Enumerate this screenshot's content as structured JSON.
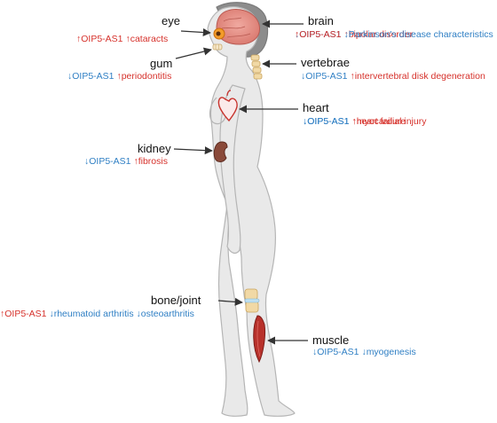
{
  "colors": {
    "up": "#d6312b",
    "down": "#2f7fc4",
    "skin": "#e9e9e9",
    "outline": "#b5b5b5",
    "arrow": "#333333"
  },
  "annotations": {
    "eye": {
      "label": "eye",
      "lines": [
        [
          {
            "text": "↑OIP5-AS1 ↑cataracts",
            "dir": "up"
          }
        ]
      ]
    },
    "brain": {
      "label": "brain",
      "lines": [
        [
          {
            "text": "↓OIP5-AS1 ",
            "dir": "down"
          },
          {
            "text": "↑bipolar disorder",
            "dir": "up"
          }
        ],
        [
          {
            "text": "↑OIP5-AS1 ",
            "dir": "up"
          },
          {
            "text": "↓Parkinson's disease characteristics",
            "dir": "down"
          }
        ]
      ]
    },
    "gum": {
      "label": "gum",
      "lines": [
        [
          {
            "text": "↓OIP5-AS1 ",
            "dir": "down"
          },
          {
            "text": "↑periodontitis",
            "dir": "up"
          }
        ]
      ]
    },
    "vertebrae": {
      "label": "vertebrae",
      "lines": [
        [
          {
            "text": "↓OIP5-AS1 ",
            "dir": "down"
          },
          {
            "text": "↑intervertebral disk degeneration",
            "dir": "up"
          }
        ]
      ]
    },
    "heart": {
      "label": "heart",
      "lines": [
        [
          {
            "text": "↓OIP5-AS1 ",
            "dir": "down"
          },
          {
            "text": "↑myocardial injury",
            "dir": "up"
          }
        ],
        [
          {
            "text": "↓OIP5-AS1 ",
            "dir": "down"
          },
          {
            "text": "↑heart failure",
            "dir": "up"
          }
        ]
      ]
    },
    "kidney": {
      "label": "kidney",
      "lines": [
        [
          {
            "text": "↓OIP5-AS1 ",
            "dir": "down"
          },
          {
            "text": "↑fibrosis",
            "dir": "up"
          }
        ]
      ]
    },
    "bone_joint": {
      "label": "bone/joint",
      "lines": [
        [
          {
            "text": "↑OIP5-AS1 ",
            "dir": "up"
          },
          {
            "text": "↓rheumatoid arthritis ↓osteoarthritis",
            "dir": "down"
          }
        ]
      ]
    },
    "muscle": {
      "label": "muscle",
      "lines": [
        [
          {
            "text": "↓OIP5-AS1 ↓myogenesis",
            "dir": "down"
          }
        ]
      ]
    }
  }
}
